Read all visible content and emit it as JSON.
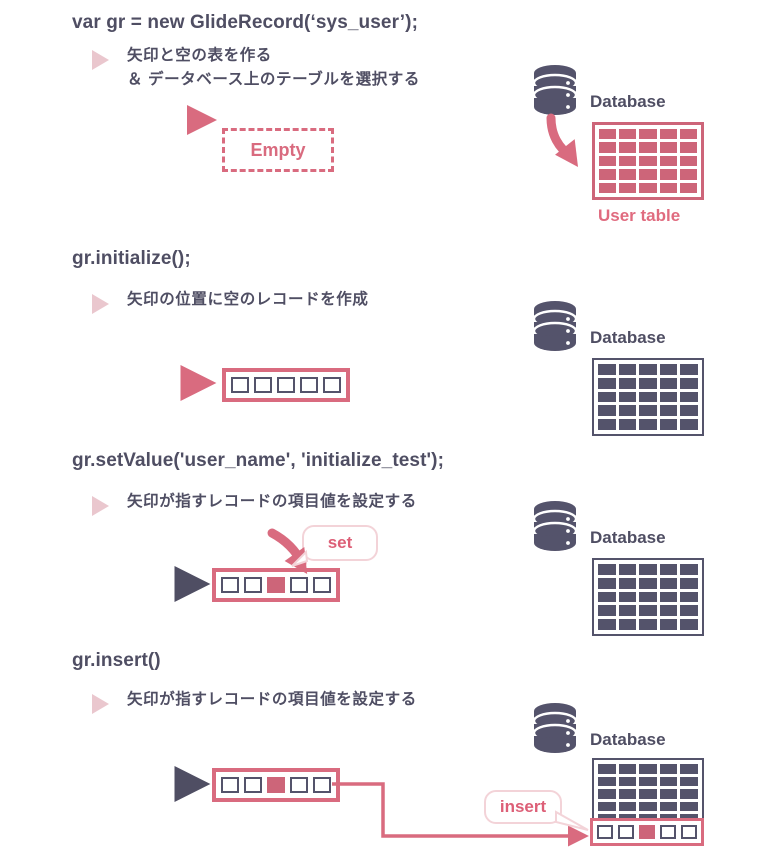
{
  "diagram": {
    "title_color": "#4f4e63",
    "accent_pink": "#cd6579",
    "accent_pink_light": "#eac7ce",
    "dark_navy": "#54536b"
  },
  "sections": [
    {
      "code": "var gr = new GlideRecord(‘sys_user’);",
      "bullet": "矢印と空の表を作る\n＆ データベース上のテーブルを選択する",
      "bullet_line1": "矢印と空の表を作る",
      "bullet_line2": "＆ データベース上のテーブルを選択する",
      "empty_label": "Empty",
      "db_label": "Database",
      "table_caption": "User table",
      "table_style": "pink"
    },
    {
      "code": "gr.initialize();",
      "bullet_line1": "矢印の位置に空のレコードを作成",
      "db_label": "Database",
      "table_style": "dark",
      "record_cells": [
        "empty",
        "empty",
        "empty",
        "empty",
        "empty"
      ],
      "arrow_color": "#d96b7f"
    },
    {
      "code": "gr.setValue('user_name', 'initialize_test');",
      "bullet_line1": "矢印が指すレコードの項目値を設定する",
      "db_label": "Database",
      "table_style": "dark",
      "record_cells": [
        "empty",
        "empty",
        "filled",
        "empty",
        "empty"
      ],
      "bubble_label": "set",
      "arrow_color": "#4f4e63"
    },
    {
      "code": "gr.insert()",
      "bullet_line1": "矢印が指すレコードの項目値を設定する",
      "db_label": "Database",
      "table_style": "dark",
      "record_cells": [
        "empty",
        "empty",
        "filled",
        "empty",
        "empty"
      ],
      "bubble_label": "insert",
      "inserted_cells": [
        "empty",
        "empty",
        "filled",
        "empty",
        "empty"
      ],
      "arrow_color": "#4f4e63"
    }
  ]
}
